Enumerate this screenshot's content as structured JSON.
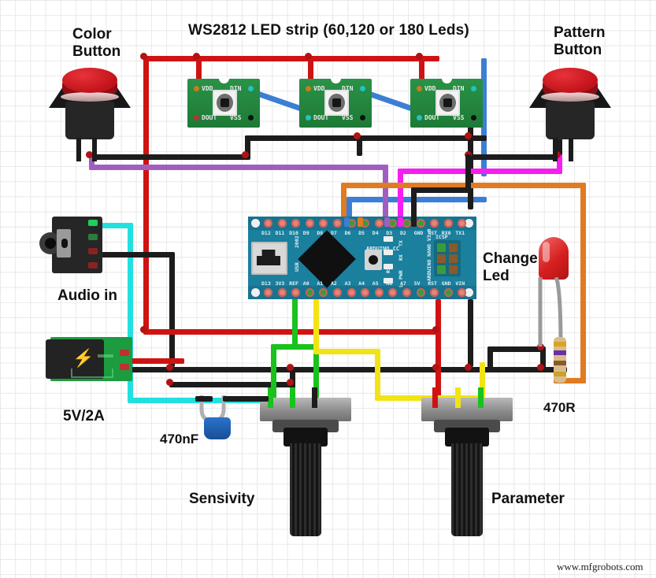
{
  "diagram": {
    "title": "WS2812 LED strip (60,120 or 180 Leds)",
    "watermark": "www.mfgrobots.com",
    "labels": {
      "color_button": "Color\nButton",
      "pattern_button": "Pattern\nButton",
      "audio_in": "Audio in",
      "power": "5V/2A",
      "cap": "470nF",
      "sensitivity": "Sensivity",
      "parameter": "Parameter",
      "change_led": "Change\nLed",
      "resistor": "470R"
    }
  },
  "board": {
    "name": "ARDUINO NANO V3.0",
    "brand": "ARDUINO.CC",
    "usb_label": "USB",
    "usb_sub": "2002",
    "reset_label": "RST",
    "icsp_label": "ICSP",
    "status_leds": [
      "TX",
      "RX",
      "PWR",
      "L"
    ],
    "pins_top": [
      "D12",
      "D11",
      "D10",
      "D9",
      "D8",
      "D7",
      "D6",
      "D5",
      "D4",
      "D3",
      "D2",
      "GND",
      "RST",
      "RX0",
      "TX1"
    ],
    "pins_bottom": [
      "D13",
      "3V3",
      "REF",
      "A0",
      "A1",
      "A2",
      "A3",
      "A4",
      "A5",
      "A6",
      "A7",
      "5V",
      "RST",
      "GND",
      "VIN"
    ],
    "active_top": [
      "D6",
      "D5",
      "D3",
      "D2",
      "GND"
    ],
    "active_bottom": [
      "A0",
      "A1",
      "5V",
      "GND"
    ]
  },
  "led_modules": [
    {
      "id": "led-module-1",
      "pins": {
        "vdd": "VDD",
        "din": "DIN",
        "dout": "DOUT",
        "vss": "VSS"
      }
    },
    {
      "id": "led-module-2",
      "pins": {
        "vdd": "VDD",
        "din": "DIN",
        "dout": "DOUT",
        "vss": "VSS"
      }
    },
    {
      "id": "led-module-3",
      "pins": {
        "vdd": "VDD",
        "din": "DIN",
        "dout": "DOUT",
        "vss": "VSS"
      }
    }
  ],
  "colors": {
    "red": "#cf1313",
    "black": "#1c1c1c",
    "blue": "#3b7fd4",
    "orange": "#e07b22",
    "purple": "#a05fc0",
    "magenta": "#f51ef0",
    "cyan": "#22e0e0",
    "green": "#19c21c",
    "yellow": "#f2e314",
    "pcb_green": "#1f8a3d",
    "board_teal": "#1b7f9e",
    "grid": "#e8e8e8"
  },
  "resistor_bands": [
    "#d8a421",
    "#6a2fa0",
    "#8a5a2a",
    "#c9a227"
  ]
}
